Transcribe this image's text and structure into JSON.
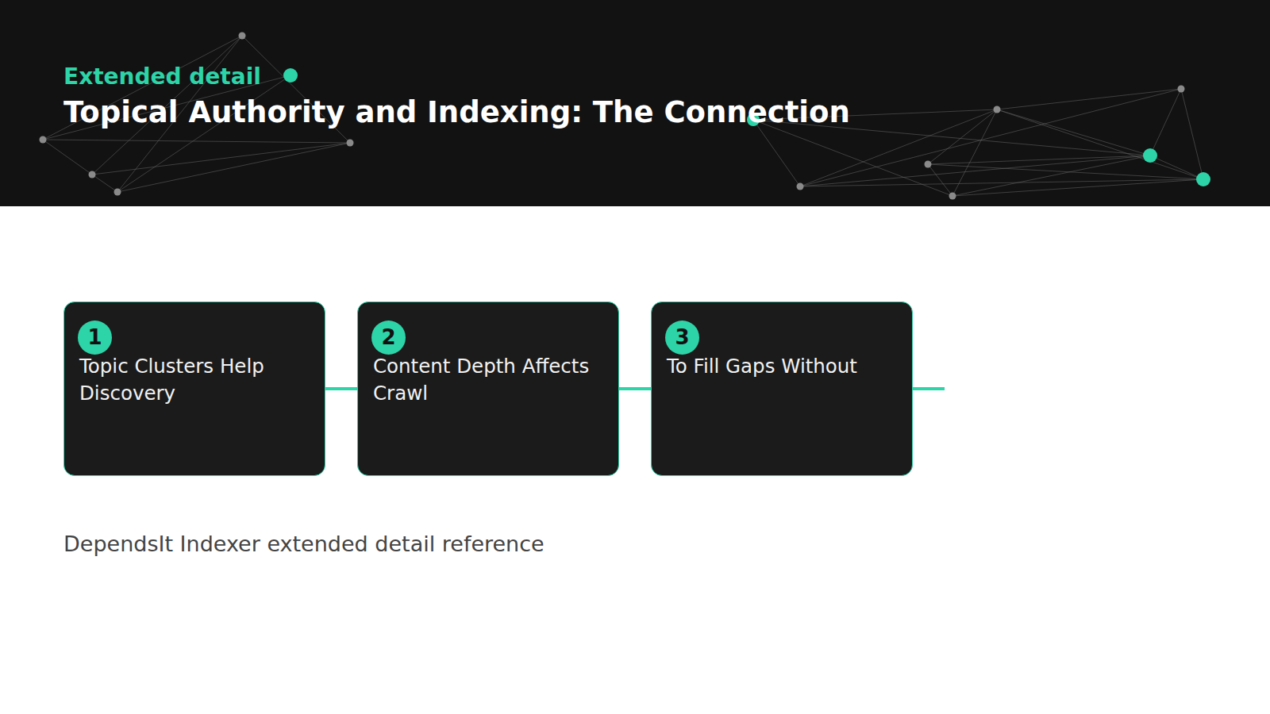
{
  "diagram": {
    "title": "Topical Authority and Indexing: The Connection",
    "caption": "DependsIt Indexer extended detail reference",
    "nodes": [
      {
        "text": [
          "1",
          "Topic Clusters Help Discovery"
        ]
      },
      {
        "text": [
          "2",
          "Content Depth Affects Crawl"
        ]
      },
      {
        "text": [
          "3",
          "To Fill Gaps Without"
        ]
      }
    ],
    "edges": [
      {
        "from": 0,
        "to": 1,
        "arrow": "none"
      },
      {
        "from": 1,
        "to": 2,
        "arrow": "none"
      }
    ],
    "labels": [
      "Extended detail"
    ]
  }
}
